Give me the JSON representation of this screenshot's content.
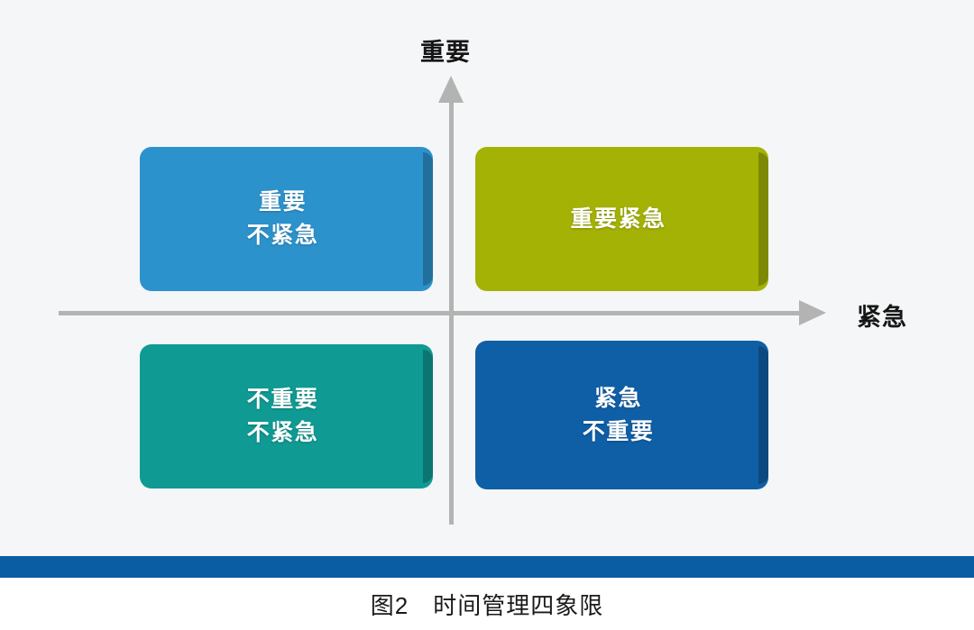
{
  "figure": {
    "caption": "图2　时间管理四象限",
    "caption_number": "图2",
    "caption_title": "时间管理四象限"
  },
  "axes": {
    "vertical_label": "重要",
    "horizontal_label": "紧急",
    "axis_color": "#b3b3b3",
    "vertical_arrow": "arrow-up-icon",
    "horizontal_arrow": "arrow-right-icon"
  },
  "quadrants": [
    {
      "id": "important-not-urgent",
      "position": "top-left",
      "lines": [
        "重要",
        "不紧急"
      ],
      "color": "#2c92cc"
    },
    {
      "id": "important-urgent",
      "position": "top-right",
      "lines": [
        "重要紧急"
      ],
      "color": "#a3b204"
    },
    {
      "id": "not-important-not-urgent",
      "position": "bottom-left",
      "lines": [
        "不重要",
        "不紧急"
      ],
      "color": "#0f9a93"
    },
    {
      "id": "urgent-not-important",
      "position": "bottom-right",
      "lines": [
        "紧急",
        "不重要"
      ],
      "color": "#0f5fa6"
    }
  ],
  "decor": {
    "divider_band_color": "#0a5da3",
    "background_color": "#f4f6f7",
    "caption_background": "#ffffff"
  }
}
